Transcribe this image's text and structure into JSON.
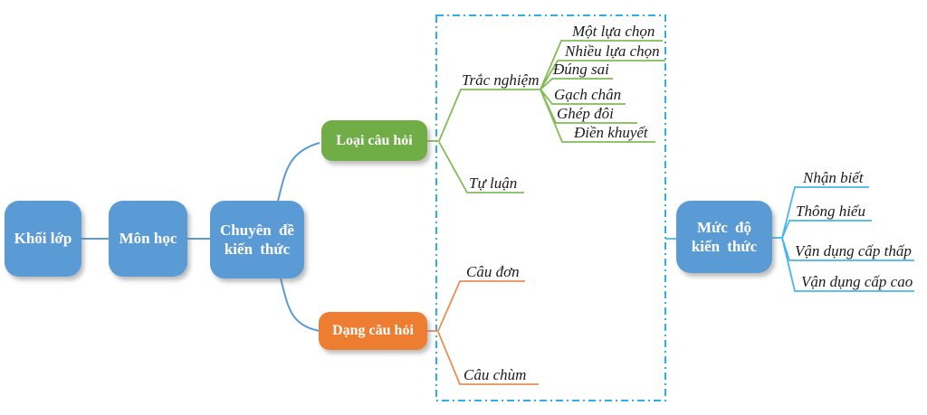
{
  "diagram": {
    "chain": [
      {
        "label": "Khối lớp"
      },
      {
        "label": "Môn học"
      },
      {
        "label": "Chuyên đề kiến thức"
      }
    ],
    "question_type": {
      "label": "Loại câu hỏi",
      "trac_nghiem": {
        "label": "Trắc nghiệm",
        "children": [
          {
            "label": "Một lựa chọn"
          },
          {
            "label": "Nhiều lựa chọn"
          },
          {
            "label": "Đúng sai"
          },
          {
            "label": "Gạch chân"
          },
          {
            "label": "Ghép đôi"
          },
          {
            "label": "Điền khuyết"
          }
        ]
      },
      "tu_luan": {
        "label": "Tự luận"
      }
    },
    "question_form": {
      "label": "Dạng câu hỏi",
      "children": [
        {
          "label": "Câu đơn"
        },
        {
          "label": "Câu chùm"
        }
      ]
    },
    "knowledge_level": {
      "label": "Mức độ kiến thức",
      "children": [
        {
          "label": "Nhận biết"
        },
        {
          "label": "Thông hiểu"
        },
        {
          "label": "Vận dụng cấp thấp"
        },
        {
          "label": "Vận dụng cấp cao"
        }
      ]
    },
    "colors": {
      "node_blue": "#5B9BD5",
      "node_green": "#70AD47",
      "node_orange": "#ED7D31",
      "chain_line": "#5B9BD5",
      "green_line": "#82BB58",
      "orange_line": "#EA8E51",
      "cyan_line": "#47B6EA",
      "dashed_border": "#2BB1E7"
    }
  }
}
